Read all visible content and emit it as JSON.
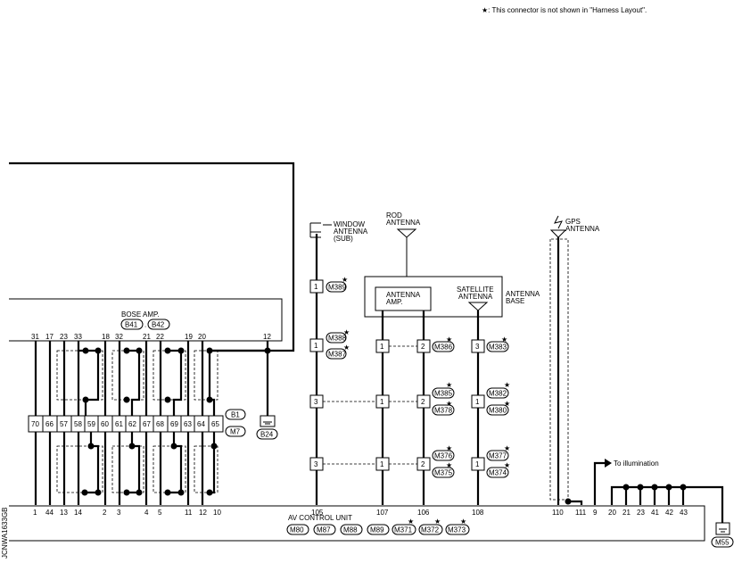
{
  "note": "★: This connector is not shown in \"Harness Layout\".",
  "side_code": "JCNWA1633GB",
  "bose_amp": {
    "label": "BOSE AMP.",
    "connectors": [
      "B41",
      "B42"
    ],
    "top_pins": [
      "31",
      "17",
      "23",
      "33",
      "18",
      "32",
      "21",
      "22",
      "19",
      "20",
      "12"
    ],
    "junction_pins": [
      "70",
      "66",
      "57",
      "58",
      "59",
      "60",
      "61",
      "62",
      "67",
      "68",
      "69",
      "63",
      "64",
      "65"
    ],
    "junction_connectors": [
      "B1",
      "M7"
    ],
    "ground": "B24"
  },
  "antennas": {
    "window": "WINDOW ANTENNA (SUB)",
    "window_lines": [
      "WINDOW",
      "ANTENNA",
      "(SUB)"
    ],
    "rod_lines": [
      "ROD",
      "ANTENNA"
    ],
    "gps_lines": [
      "GPS",
      "ANTENNA"
    ],
    "antenna_base_lines": [
      "ANTENNA",
      "BASE"
    ],
    "antenna_amp_lines": [
      "ANTENNA",
      "AMP."
    ],
    "satellite_lines": [
      "SATELLITE",
      "ANTENNA"
    ]
  },
  "inline_connectors": {
    "window_pins": [
      "1",
      "1",
      "3",
      "3"
    ],
    "window_conns": [
      "M389",
      "M388",
      "M387"
    ],
    "amp_pins": [
      "1",
      "1",
      "1"
    ],
    "rod_pins": [
      "2",
      "2",
      "2"
    ],
    "rod_conns": [
      "M386",
      "M385",
      "M378",
      "M376",
      "M375"
    ],
    "sat_pins": [
      "3",
      "1",
      "1"
    ],
    "sat_conns": [
      "M383",
      "M382",
      "M380",
      "M377",
      "M374"
    ]
  },
  "av_unit": {
    "label": "AV CONTROL UNIT",
    "pins": [
      "1",
      "44",
      "13",
      "14",
      "2",
      "3",
      "4",
      "5",
      "11",
      "12",
      "10",
      "105",
      "107",
      "106",
      "108",
      "110",
      "111",
      "9",
      "20",
      "21",
      "23",
      "41",
      "42",
      "43"
    ],
    "connectors": [
      "M80",
      "M87",
      "M88",
      "M89",
      "M371",
      "M372",
      "M373"
    ],
    "ground": "M55",
    "illumination": "To illumination"
  }
}
